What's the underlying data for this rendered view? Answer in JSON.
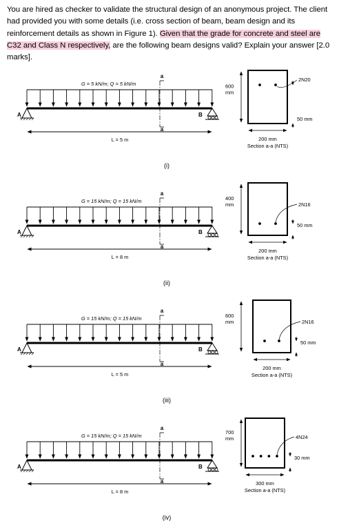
{
  "question": {
    "part1": "You are hired as checker to validate the structural design of an anonymous project. The client had provided you with some details (i.e. cross section of beam, beam design and its reinforcement details as shown in Figure 1). ",
    "highlight": "Given that the grade for concrete and steel are C32 and Class N respectively,",
    "part2": " are the following beam designs valid? Explain your answer [2.0 marks]."
  },
  "support_a": "A",
  "support_b": "B",
  "section_mark": "a",
  "section_caption": "Section a-a (NTS)",
  "figures": [
    {
      "label": "(i)",
      "load": "G = 5 kN/m; Q = 5 kN/m",
      "span": "L = 5 m",
      "depth_value": "600",
      "depth_unit": "mm",
      "width": "200 mm",
      "cover": "50 mm",
      "bars": "2N20",
      "bar_count": 2,
      "bar_position": "top"
    },
    {
      "label": "(ii)",
      "load": "G = 15 kN/m; Q = 15 kN/m",
      "span": "L = 8 m",
      "depth_value": "400",
      "depth_unit": "mm",
      "width": "200 mm",
      "cover": "50 mm",
      "bars": "2N16",
      "bar_count": 2,
      "bar_position": "bottom"
    },
    {
      "label": "(iii)",
      "load": "G = 15 kN/m; Q = 15 kN/m",
      "span": "L = 5 m",
      "depth_value": "600",
      "depth_unit": "mm",
      "width": "200 mm",
      "cover": "50 mm",
      "bars": "2N16",
      "bar_count": 2,
      "bar_position": "bottom"
    },
    {
      "label": "(iv)",
      "load": "G = 15 kN/m; Q = 15 kN/m",
      "span": "L = 8 m",
      "depth_value": "700",
      "depth_unit": "mm",
      "width": "300 mm",
      "cover": "30 mm",
      "bars": "4N24",
      "bar_count": 4,
      "bar_position": "bottom"
    }
  ]
}
